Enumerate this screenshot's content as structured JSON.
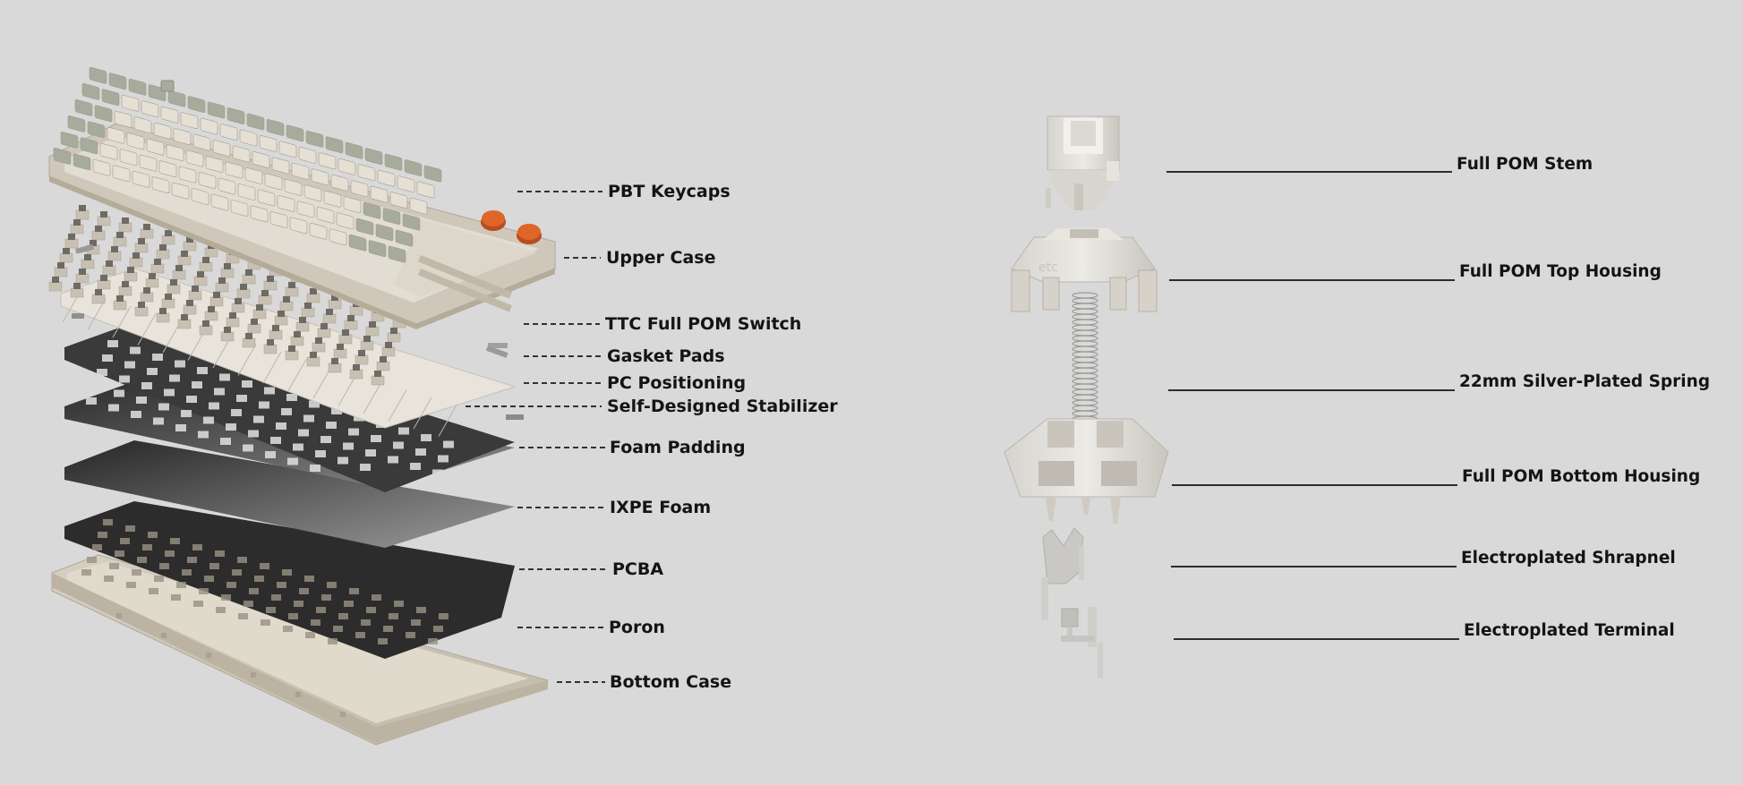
{
  "colors": {
    "background": "#d9d9d9",
    "label_text": "#141414",
    "sage_keycap": "#a7ab9c",
    "cream_keycap": "#e6e0d4",
    "beige_case": "#d3cbbd",
    "dark_plate": "#3a3a3a",
    "knob_orange": "#e0652a"
  },
  "keyboard_layers": [
    {
      "label": "PBT Keycaps"
    },
    {
      "label": "Upper Case"
    },
    {
      "label": "TTC Full POM Switch"
    },
    {
      "label": "Gasket Pads"
    },
    {
      "label": "PC Positioning"
    },
    {
      "label": "Self-Designed Stabilizer"
    },
    {
      "label": "Foam Padding"
    },
    {
      "label": "IXPE Foam"
    },
    {
      "label": "PCBA"
    },
    {
      "label": "Poron"
    },
    {
      "label": "Bottom Case"
    }
  ],
  "switch_parts": [
    {
      "label": "Full POM Stem"
    },
    {
      "label": "Full POM Top Housing"
    },
    {
      "label": "22mm Silver-Plated Spring"
    },
    {
      "label": "Full POM Bottom Housing"
    },
    {
      "label": "Electroplated Shrapnel"
    },
    {
      "label": "Electroplated Terminal"
    }
  ]
}
